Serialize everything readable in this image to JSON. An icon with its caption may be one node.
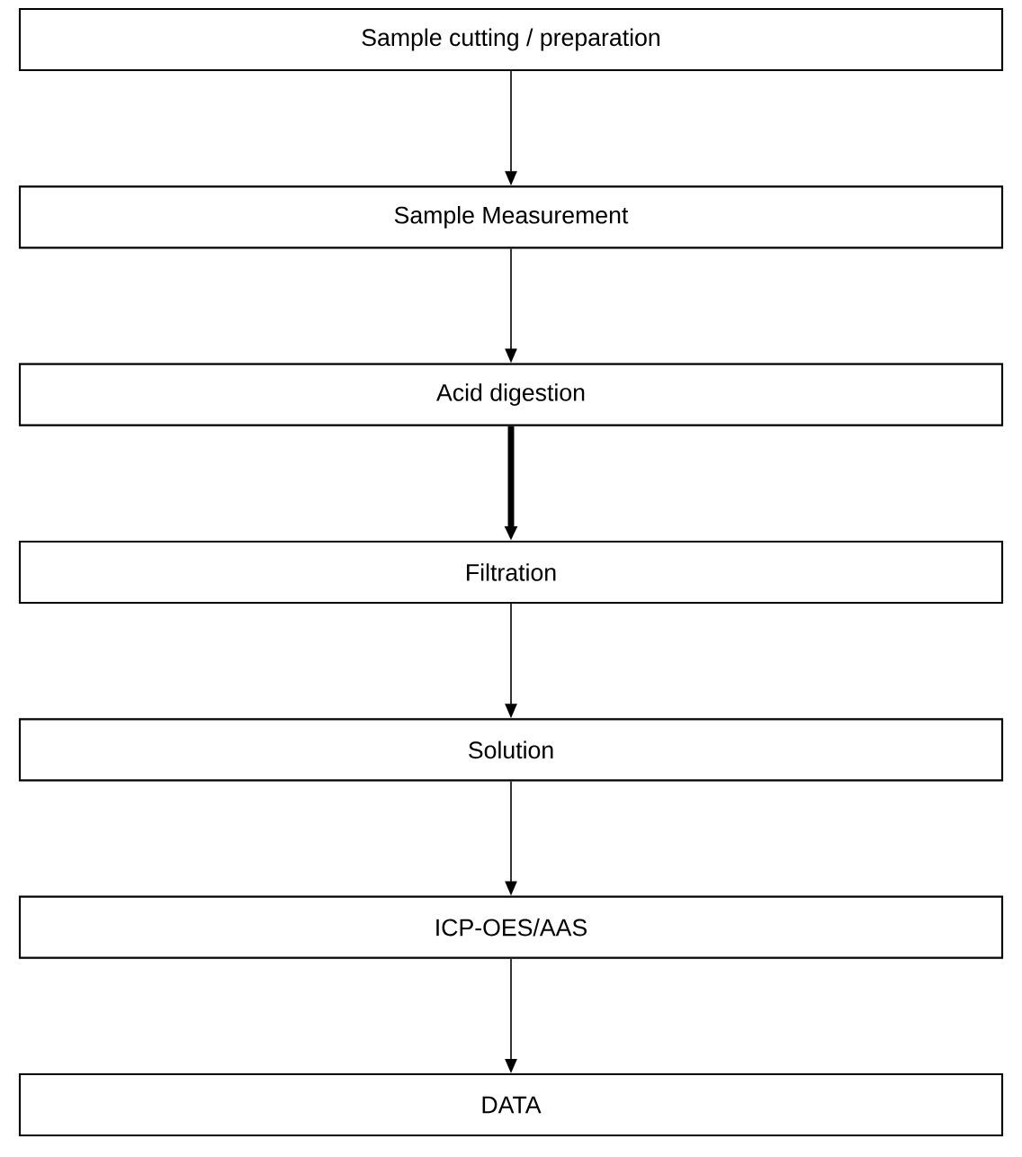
{
  "diagram": {
    "nodes": [
      {
        "text": [
          "Sample cutting / preparation"
        ]
      },
      {
        "text": [
          "Sample Measurement"
        ]
      },
      {
        "text": [
          "Acid digestion"
        ]
      },
      {
        "text": [
          "Filtration"
        ]
      },
      {
        "text": [
          "Solution"
        ]
      },
      {
        "text": [
          "ICP-OES/AAS"
        ]
      },
      {
        "text": [
          "DATA"
        ]
      }
    ],
    "edges": [
      {
        "from": 0,
        "to": 1,
        "arrow": "to"
      },
      {
        "from": 1,
        "to": 2,
        "arrow": "to"
      },
      {
        "from": 2,
        "to": 3,
        "arrow": "to",
        "style": "thick"
      },
      {
        "from": 3,
        "to": 4,
        "arrow": "to"
      },
      {
        "from": 4,
        "to": 5,
        "arrow": "to"
      },
      {
        "from": 5,
        "to": 6,
        "arrow": "to"
      }
    ]
  }
}
